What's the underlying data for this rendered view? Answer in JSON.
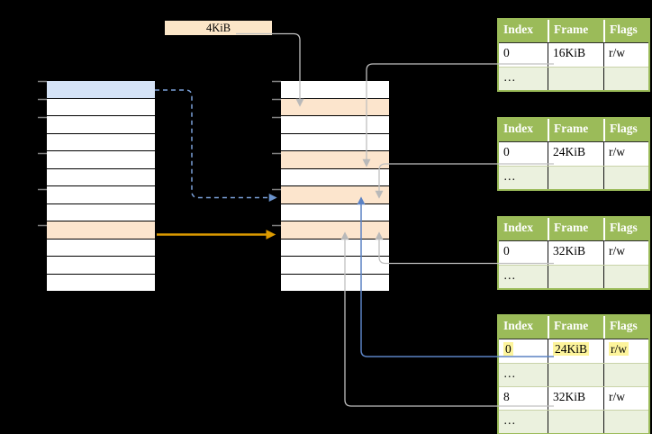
{
  "page_size_label": "4KiB",
  "virtual_memory": {
    "rows": 12,
    "blue_row": 0,
    "orange_row": 8
  },
  "physical_memory": {
    "rows": 12,
    "orange_rows": [
      1,
      4,
      6,
      8
    ]
  },
  "page_tables": {
    "headers": [
      "Index",
      "Frame",
      "Flags"
    ],
    "tables": [
      {
        "rows": [
          {
            "index": "0",
            "frame": "16KiB",
            "flags": "r/w"
          },
          {
            "index": "…",
            "frame": "",
            "flags": ""
          }
        ]
      },
      {
        "rows": [
          {
            "index": "0",
            "frame": "24KiB",
            "flags": "r/w"
          },
          {
            "index": "…",
            "frame": "",
            "flags": ""
          }
        ]
      },
      {
        "rows": [
          {
            "index": "0",
            "frame": "32KiB",
            "flags": "r/w"
          },
          {
            "index": "…",
            "frame": "",
            "flags": ""
          }
        ]
      },
      {
        "rows": [
          {
            "index": "0",
            "frame": "24KiB",
            "flags": "r/w",
            "highlight": true
          },
          {
            "index": "…",
            "frame": "",
            "flags": ""
          },
          {
            "index": "8",
            "frame": "32KiB",
            "flags": "r/w"
          },
          {
            "index": "…",
            "frame": "",
            "flags": ""
          }
        ]
      }
    ]
  },
  "colors": {
    "header_green": "#9bbb59",
    "row_light_green": "#ebf1de",
    "row_orange": "#fce5cd",
    "row_blue": "#d5e3f7",
    "box_tan": "#fce6c8",
    "highlight_yellow": "#fdf49c",
    "connector_gray": "#c0c0c0",
    "connector_blue": "#5b82c4",
    "connector_blue_dash": "#7aa0d8",
    "connector_orange": "#dd9b00"
  }
}
